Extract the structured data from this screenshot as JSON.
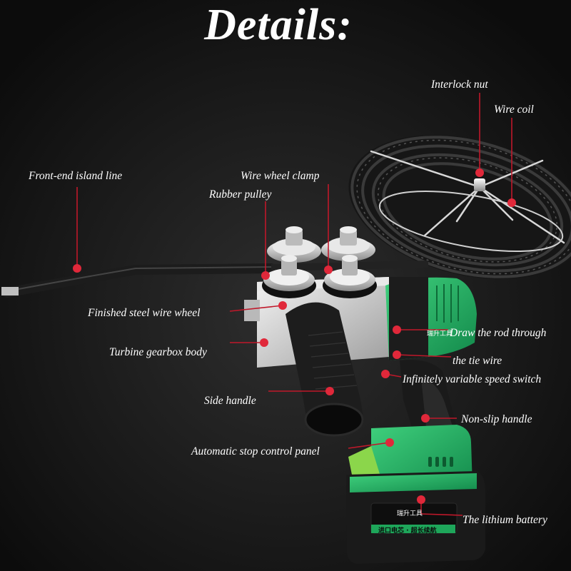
{
  "title": "Details:",
  "brand_mark": "瑞升工具",
  "battery_text": "进口电芯 · 超长续航",
  "callouts": {
    "interlock_nut": "Interlock nut",
    "wire_coil": "Wire coil",
    "front_end_island_line": "Front-end island line",
    "wire_wheel_clamp": "Wire wheel clamp",
    "rubber_pulley": "Rubber pulley",
    "finished_steel_wire_wheel": "Finished steel wire wheel",
    "turbine_gearbox_body": "Turbine gearbox body",
    "side_handle": "Side handle",
    "automatic_stop_control_panel": "Automatic stop control panel",
    "draw_the_rod_through": "Draw the rod through",
    "the_tie_wire": "the tie wire",
    "speed_switch": "Infinitely variable speed switch",
    "non_slip_handle": "Non-slip handle",
    "lithium_battery": "The lithium battery"
  },
  "colors": {
    "background": "#141414",
    "tool_green": "#1ea65a",
    "callout_line": "#c0182a",
    "text": "#ffffff"
  }
}
